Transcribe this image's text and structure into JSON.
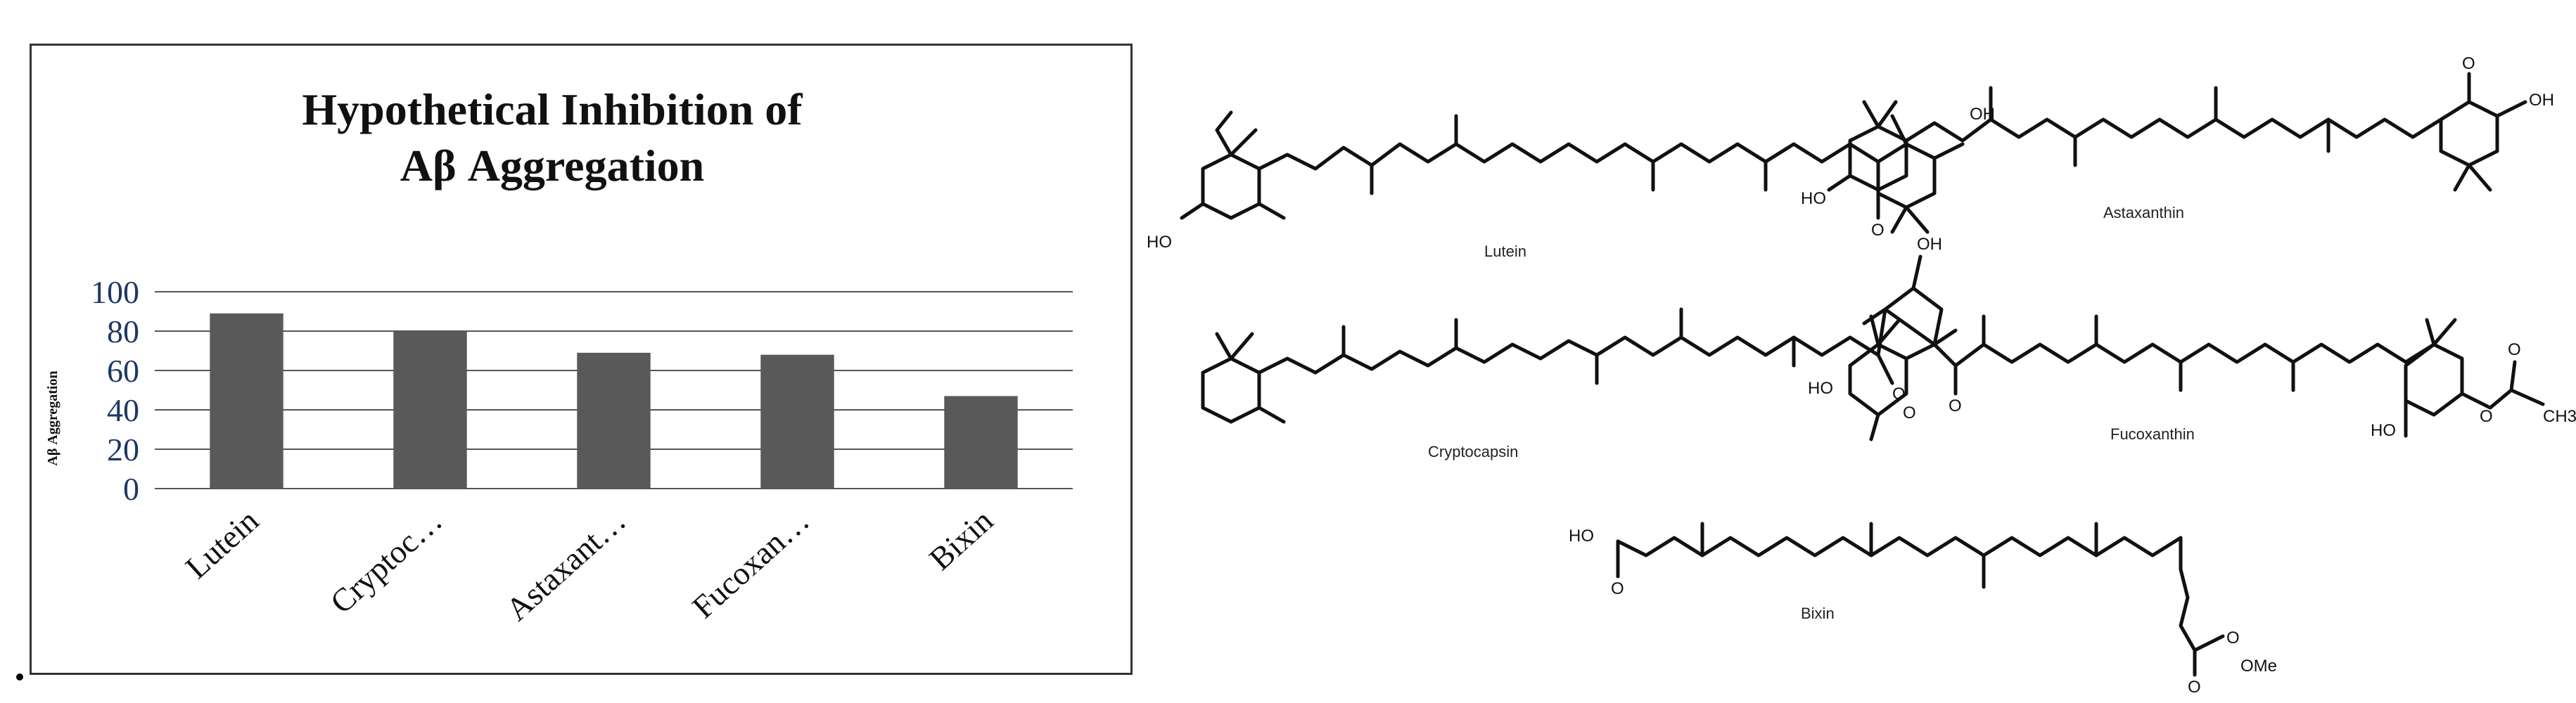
{
  "chart_data": {
    "type": "bar",
    "title": "Hypothetical Inhibition of Aβ Aggregation",
    "title_lines": [
      "Hypothetical Inhibition of",
      "Aβ Aggregation"
    ],
    "xlabel": "",
    "ylabel": "Aβ Aggregation",
    "categories": [
      "Lutein",
      "Cryptoc…",
      "Astaxant…",
      "Fucoxan…",
      "Bixin"
    ],
    "values": [
      89,
      80,
      69,
      68,
      47
    ],
    "ylim": [
      0,
      100
    ],
    "yticks": [
      "0",
      "20",
      "40",
      "60",
      "80",
      "100"
    ],
    "grid": true,
    "bar_color": "#595959"
  },
  "structures": {
    "lutein": {
      "name": "Lutein",
      "oh_top": "OH",
      "oh_bottom": "HO"
    },
    "astaxanthin": {
      "name": "Astaxanthin",
      "oh_right": "OH",
      "oh_left": "HO",
      "o_top": "O",
      "o_bottom": "O"
    },
    "cryptocapsin": {
      "name": "Cryptocapsin",
      "oh": "OH",
      "o": "O"
    },
    "fucoxanthin": {
      "name": "Fucoxanthin",
      "ho": "HO",
      "o_ring": "O",
      "o_keto": "O",
      "ho2": "HO",
      "o_ester": "O",
      "o_carbonyl": "O",
      "ch3": "CH3"
    },
    "bixin": {
      "name": "Bixin",
      "ho": "HO",
      "o_acid": "O",
      "o_ester": "O",
      "ome": "OMe"
    }
  }
}
